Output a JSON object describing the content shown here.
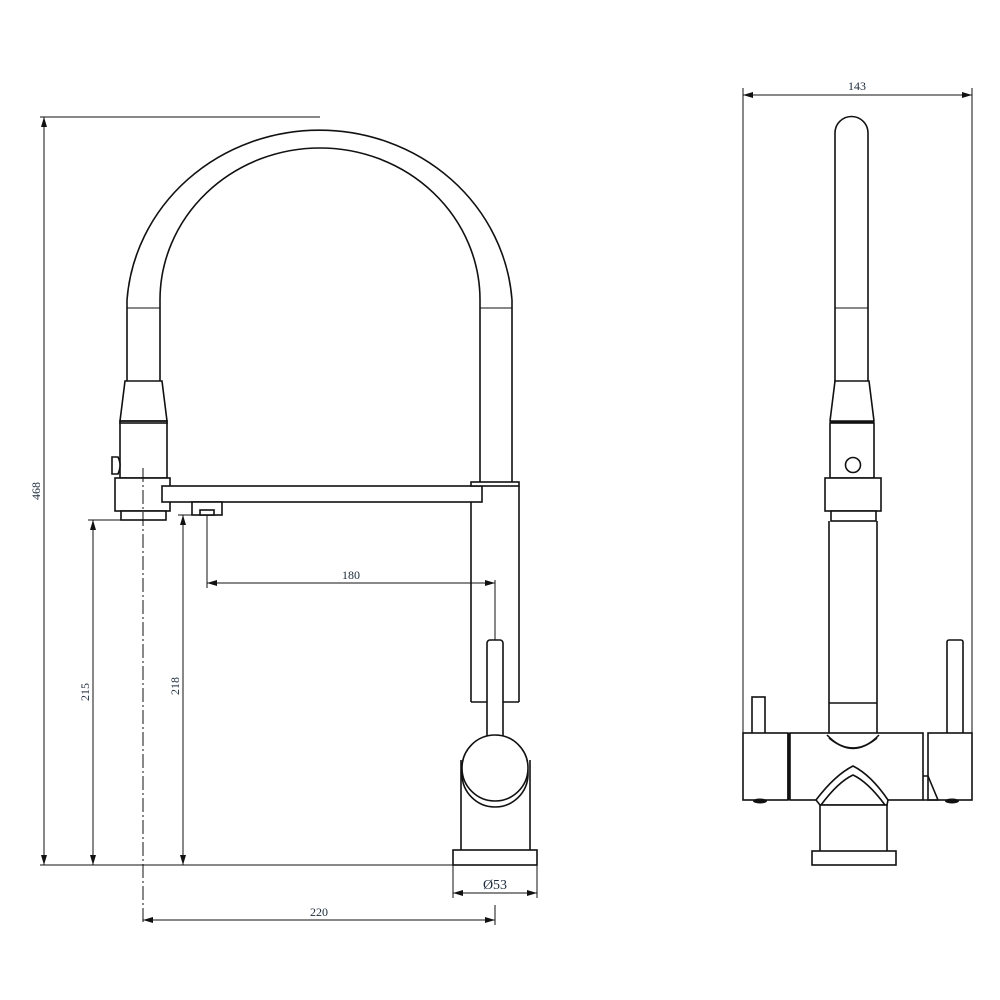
{
  "title": "Kitchen faucet dimension drawing",
  "dimensions": {
    "overall_height": "468",
    "overall_width": "143",
    "spout_reach": "180",
    "head_clearance": "215",
    "outlet_clearance": "218",
    "total_reach": "220",
    "base_diameter": "Ø53"
  }
}
